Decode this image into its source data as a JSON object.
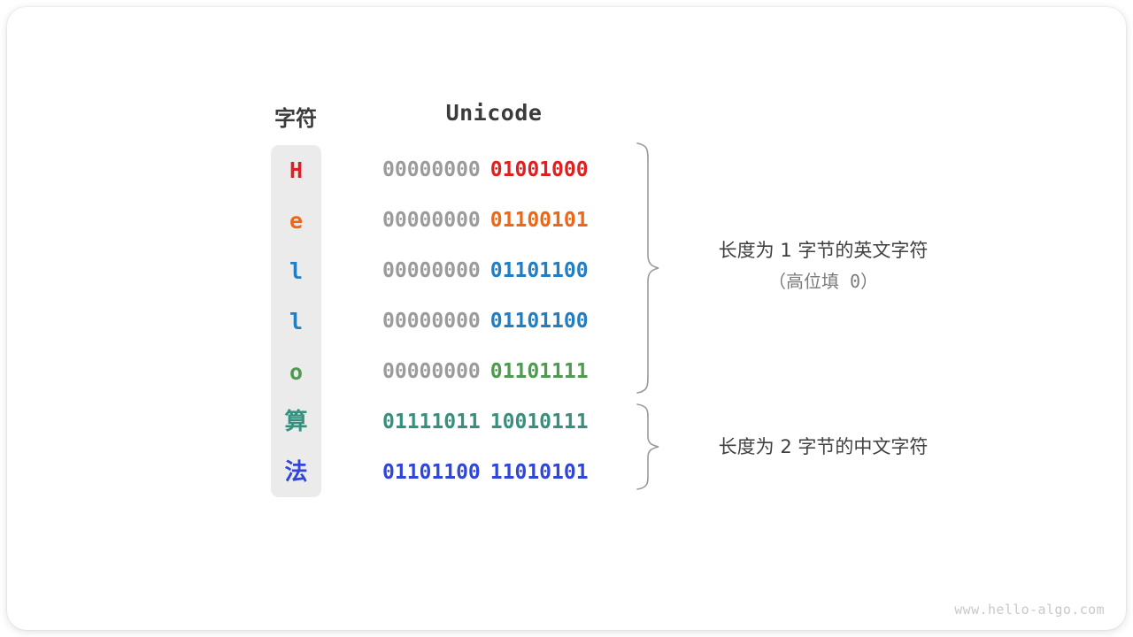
{
  "card": {
    "background": "#ffffff",
    "border_radius": 22
  },
  "headers": {
    "char_label": "字符",
    "unicode_label": "Unicode",
    "header_color": "#3b3b3b"
  },
  "colors": {
    "leading_zero_gray": "#9b9b9b",
    "column_background": "#ebebeb",
    "brace_stroke": "#9a9a9a",
    "note_text": "#3f3f3f",
    "note_sub_text": "#7b7b7b",
    "watermark": "#c9c9c9"
  },
  "rows": [
    {
      "char": "H",
      "char_color": "#e02020",
      "high_byte": "00000000",
      "low_byte": "01001000",
      "low_byte_color": "#e02020",
      "high_byte_colored": false,
      "cjk": false
    },
    {
      "char": "e",
      "char_color": "#ef6614",
      "high_byte": "00000000",
      "low_byte": "01100101",
      "low_byte_color": "#ef6614",
      "high_byte_colored": false,
      "cjk": false
    },
    {
      "char": "l",
      "char_color": "#1f7ec4",
      "high_byte": "00000000",
      "low_byte": "01101100",
      "low_byte_color": "#1f7ec4",
      "high_byte_colored": false,
      "cjk": false
    },
    {
      "char": "l",
      "char_color": "#1f7ec4",
      "high_byte": "00000000",
      "low_byte": "01101100",
      "low_byte_color": "#1f7ec4",
      "high_byte_colored": false,
      "cjk": false
    },
    {
      "char": "o",
      "char_color": "#4e9a4e",
      "high_byte": "00000000",
      "low_byte": "01101111",
      "low_byte_color": "#4e9a4e",
      "high_byte_colored": false,
      "cjk": false
    },
    {
      "char": "算",
      "char_color": "#35917e",
      "high_byte": "01111011",
      "low_byte": "10010111",
      "low_byte_color": "#35917e",
      "high_byte_colored": true,
      "cjk": true
    },
    {
      "char": "法",
      "char_color": "#3046d8",
      "high_byte": "01101100",
      "low_byte": "11010101",
      "low_byte_color": "#3046d8",
      "high_byte_colored": true,
      "cjk": true
    }
  ],
  "annotations": [
    {
      "text": "长度为 1 字节的英文字符",
      "subtext": "（高位填 0）",
      "spans_rows": [
        0,
        4
      ]
    },
    {
      "text": "长度为 2 字节的中文字符",
      "subtext": "",
      "spans_rows": [
        5,
        6
      ]
    }
  ],
  "watermark": "www.hello-algo.com"
}
